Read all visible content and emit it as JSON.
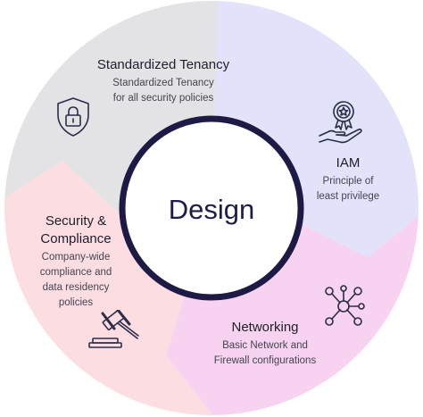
{
  "center": {
    "label": "Design"
  },
  "segments": {
    "tenancy": {
      "title": "Standardized Tenancy",
      "desc_line1": "Standardized Tenancy",
      "desc_line2": "for all security policies",
      "color": "#e3e3e6",
      "icon": "shield-lock-icon"
    },
    "iam": {
      "title": "IAM",
      "desc_line1": "Principle of",
      "desc_line2": "least privilege",
      "color": "#e2e2fb",
      "icon": "award-hand-icon"
    },
    "networking": {
      "title": "Networking",
      "desc_line1": "Basic Network and",
      "desc_line2": "Firewall configurations",
      "color": "#f7d2f1",
      "icon": "network-icon"
    },
    "security": {
      "title_line1": "Security &",
      "title_line2": "Compliance",
      "desc_line1": "Company-wide",
      "desc_line2": "compliance and",
      "desc_line3": "data residency",
      "desc_line4": "policies",
      "color": "#fcdde1",
      "icon": "gavel-icon"
    }
  },
  "colors": {
    "ring": "#1d1b46",
    "icon_stroke": "#2b2d4a"
  }
}
